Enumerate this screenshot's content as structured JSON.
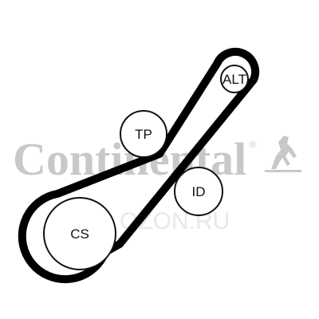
{
  "watermark": {
    "brand": "Continental",
    "registered": "®",
    "subtext": "OZON.RU"
  },
  "pulleys": [
    {
      "id": "alt",
      "label": "ALT"
    },
    {
      "id": "tp",
      "label": "TP"
    },
    {
      "id": "id",
      "label": "ID"
    },
    {
      "id": "cs",
      "label": "CS"
    }
  ],
  "colors": {
    "belt": "#000000",
    "pulley_stroke": "#111111",
    "watermark": "#c8c8c8"
  }
}
